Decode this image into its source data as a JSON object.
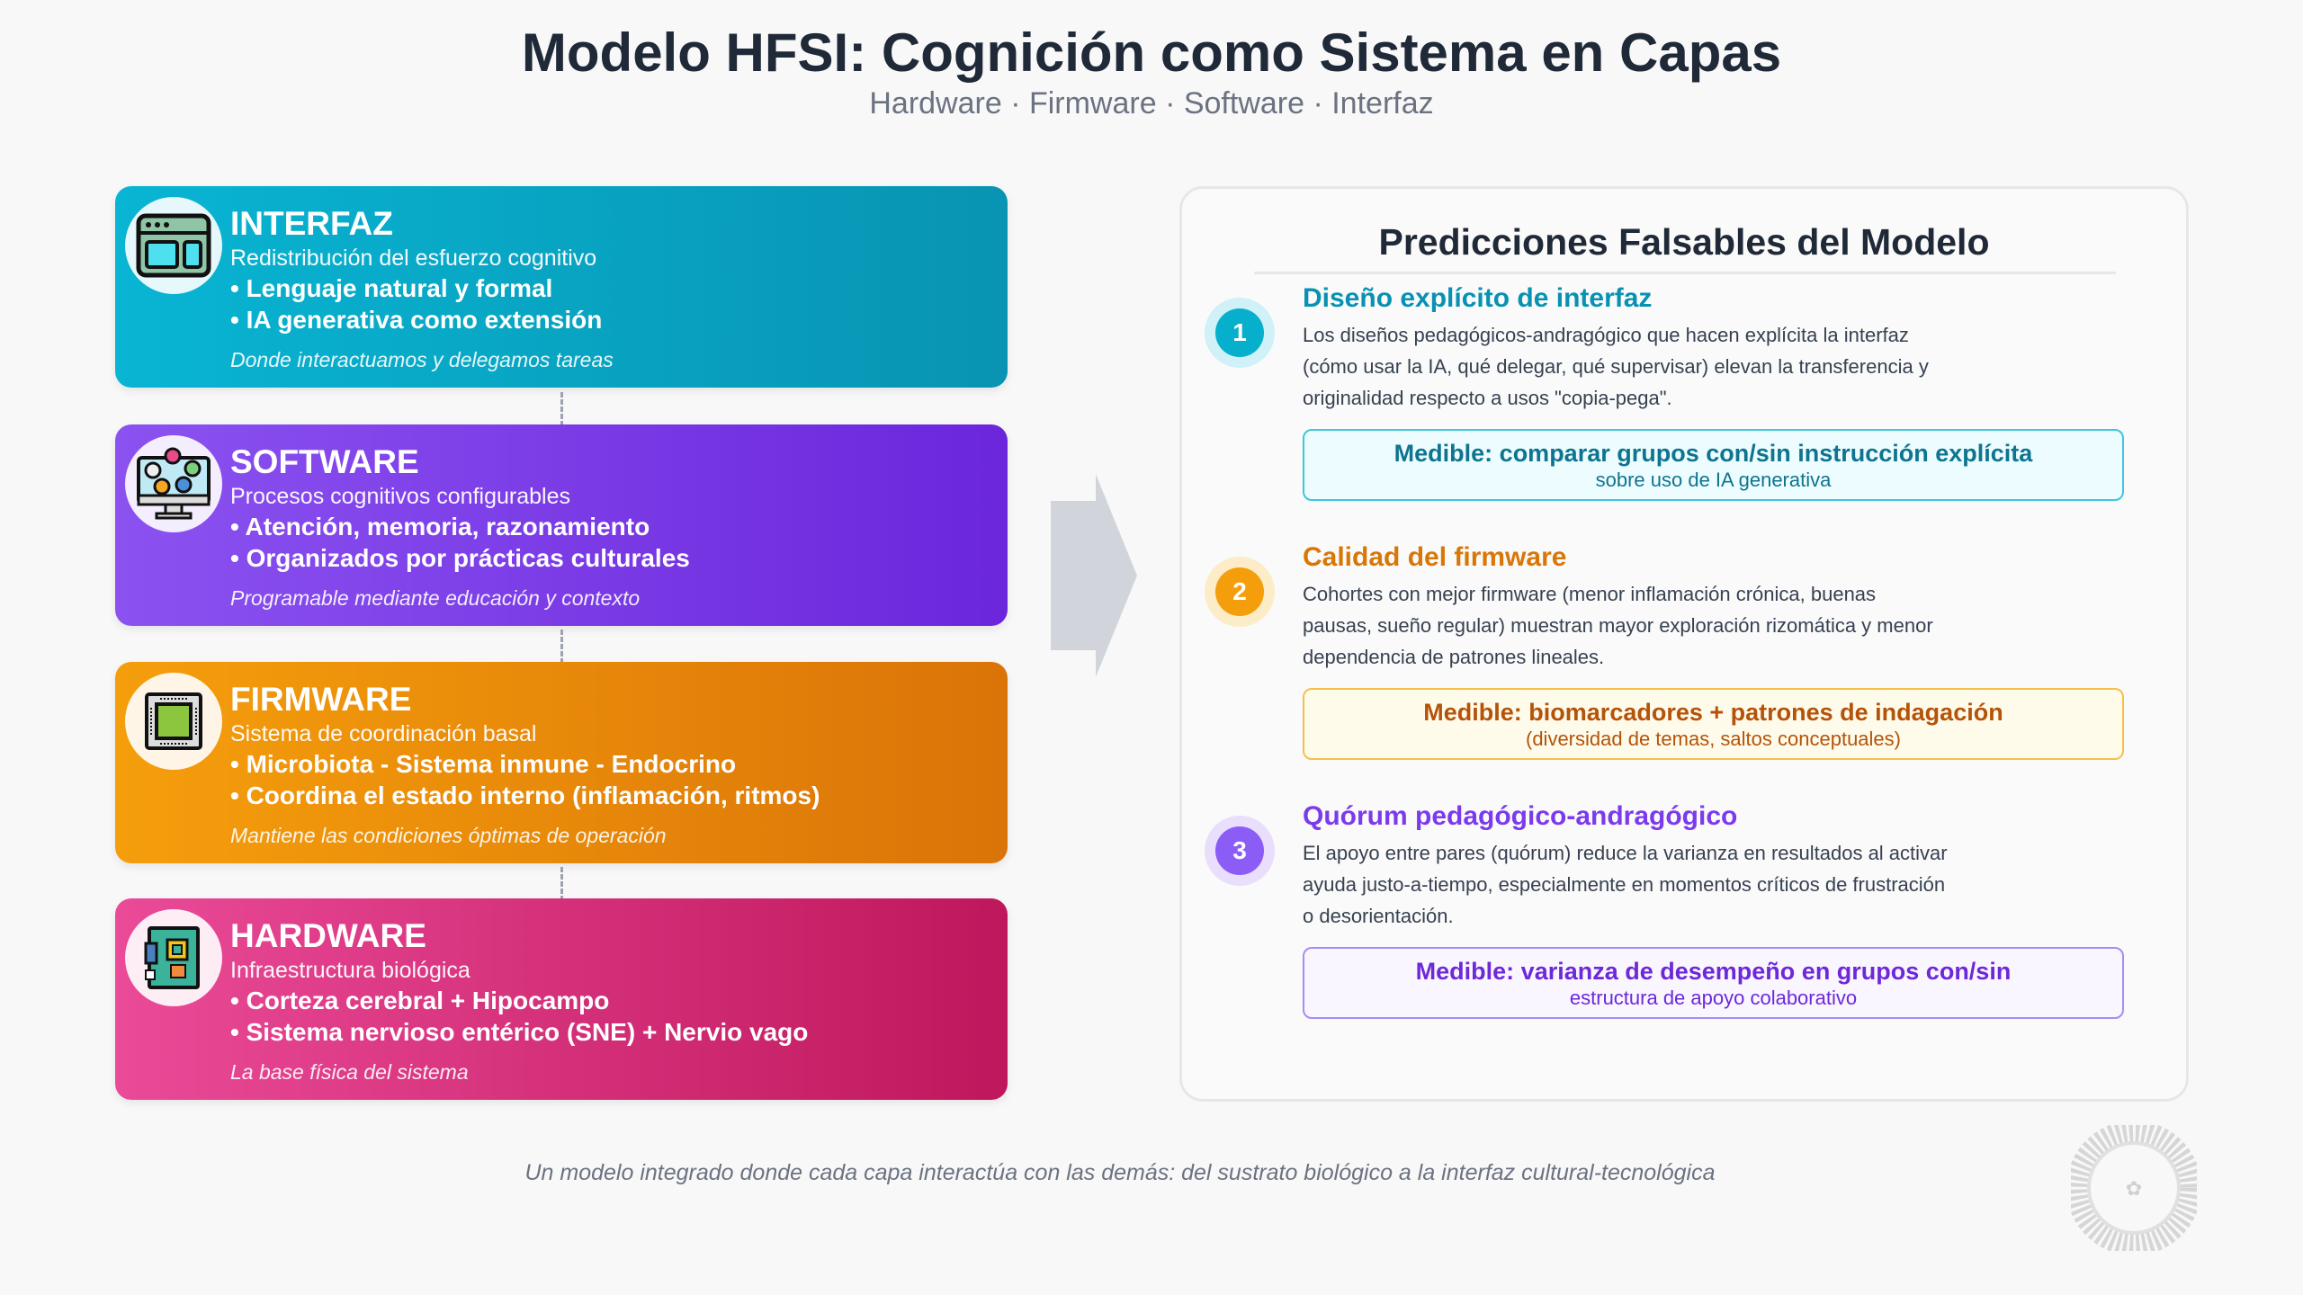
{
  "header": {
    "title": "Modelo HFSI: Cognición como Sistema en Capas",
    "subtitle": "Hardware · Firmware · Software · Interfaz"
  },
  "layers": [
    {
      "title": "INTERFAZ",
      "subtitle": "Redistribución del esfuerzo cognitivo",
      "bullets": [
        "• Lenguaje natural y formal",
        "• IA generativa como extensión"
      ],
      "note": "Donde interactuamos y delegamos tareas",
      "icon": "browser-window-icon",
      "color": "#0894b2"
    },
    {
      "title": "SOFTWARE",
      "subtitle": "Procesos cognitivos configurables",
      "bullets": [
        "• Atención, memoria, razonamiento",
        "• Organizados por prácticas culturales"
      ],
      "note": "Programable mediante educación y contexto",
      "icon": "monitor-apps-icon",
      "color": "#6b26dc"
    },
    {
      "title": "FIRMWARE",
      "subtitle": "Sistema de coordinación basal",
      "bullets": [
        "• Microbiota - Sistema inmune - Endocrino",
        "• Coordina el estado interno (inflamación, ritmos)"
      ],
      "note": "Mantiene las condiciones óptimas de operación",
      "icon": "chip-icon",
      "color": "#da7408"
    },
    {
      "title": "HARDWARE",
      "subtitle": "Infraestructura biológica",
      "bullets": [
        "• Corteza cerebral + Hipocampo",
        "• Sistema nervioso entérico (SNE) + Nervio vago"
      ],
      "note": "La base física del sistema",
      "icon": "motherboard-icon",
      "color": "#bf175c"
    }
  ],
  "predictions": {
    "title": "Predicciones Falsables del Modelo",
    "items": [
      {
        "number": "1",
        "heading": "Diseño explícito de interfaz",
        "body": "Los diseños pedagógicos-andragógico que hacen explícita la interfaz (cómo usar la IA, qué delegar, qué supervisar) elevan la transferencia y originalidad respecto a usos \"copia-pega\".",
        "measure": "Medible: comparar grupos con/sin instrucción explícita",
        "measure_sub": "sobre uso de IA generativa",
        "color": "#0891b2"
      },
      {
        "number": "2",
        "heading": "Calidad del firmware",
        "body": "Cohortes con mejor firmware (menor inflamación crónica, buenas pausas, sueño regular) muestran mayor exploración rizomática y menor dependencia de patrones lineales.",
        "measure": "Medible: biomarcadores + patrones de indagación",
        "measure_sub": "(diversidad de temas, saltos conceptuales)",
        "color": "#d97706"
      },
      {
        "number": "3",
        "heading": "Quórum pedagógico-andragógico",
        "body": "El apoyo entre pares (quórum) reduce la varianza en resultados al activar ayuda justo-a-tiempo, especialmente en momentos críticos de frustración o desorientación.",
        "measure": "Medible: varianza de desempeño en grupos con/sin",
        "measure_sub": "estructura de apoyo colaborativo",
        "color": "#7c3aed"
      }
    ]
  },
  "footer": "Un modelo integrado donde cada capa interactúa con las demás: del sustrato biológico a la interfaz cultural-tecnológica"
}
